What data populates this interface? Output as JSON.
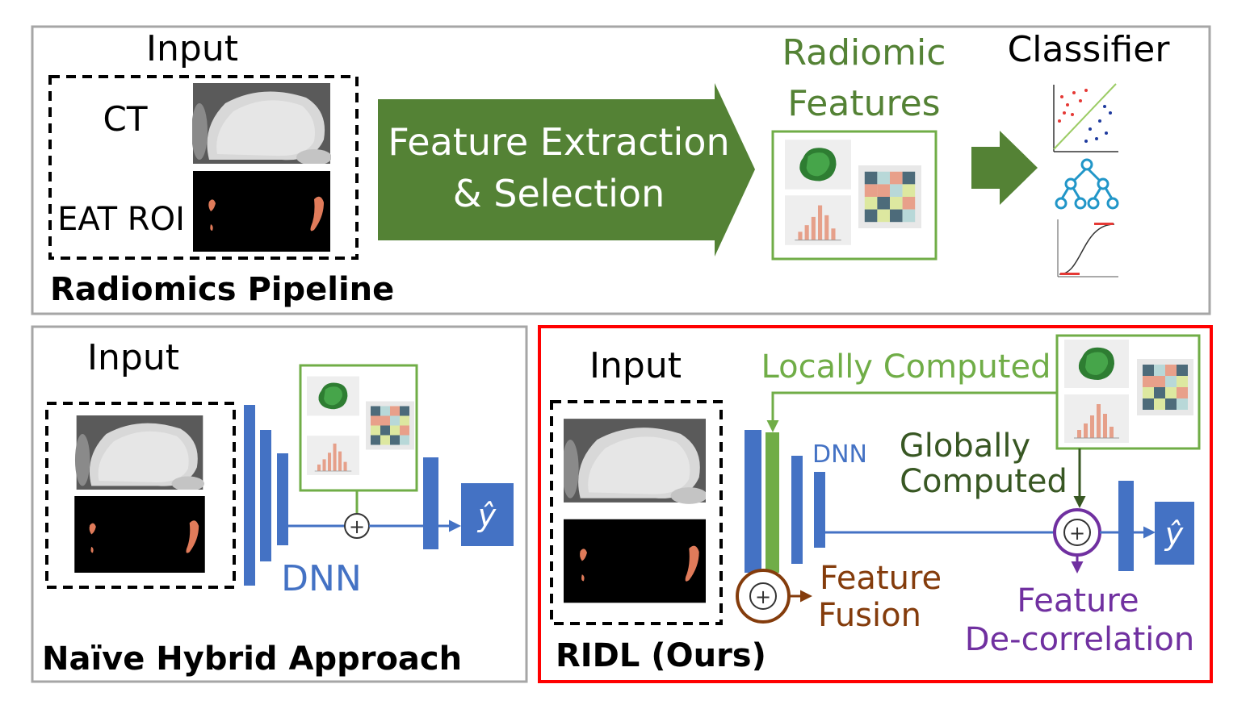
{
  "colors": {
    "green": "#548235",
    "green_light": "#70ad47",
    "blue": "#4472c4",
    "brown": "#843c0c",
    "purple": "#7030a0",
    "red": "#ff0000",
    "panel_border": "#a6a6a6"
  },
  "top_panel": {
    "input_label": "Input",
    "ct_label": "CT",
    "eat_roi_label": "EAT ROI",
    "arrow_line1": "Feature Extraction",
    "arrow_line2": "& Selection",
    "radiomic_line1": "Radiomic",
    "radiomic_line2": "Features",
    "classifier_label": "Classifier",
    "title": "Radiomics Pipeline"
  },
  "bottom_left_panel": {
    "input_label": "Input",
    "dnn_label": "DNN",
    "y_hat": "ŷ",
    "plus": "+",
    "title": "Naïve Hybrid Approach"
  },
  "bottom_right_panel": {
    "input_label": "Input",
    "locally_computed": "Locally Computed",
    "dnn_label": "DNN",
    "globally_line1": "Globally",
    "globally_line2": "Computed",
    "fusion_line1": "Feature",
    "fusion_line2": "Fusion",
    "decorr_line1": "Feature",
    "decorr_line2": "De-correlation",
    "y_hat": "ŷ",
    "plus": "+",
    "title": "RIDL (Ours)"
  }
}
